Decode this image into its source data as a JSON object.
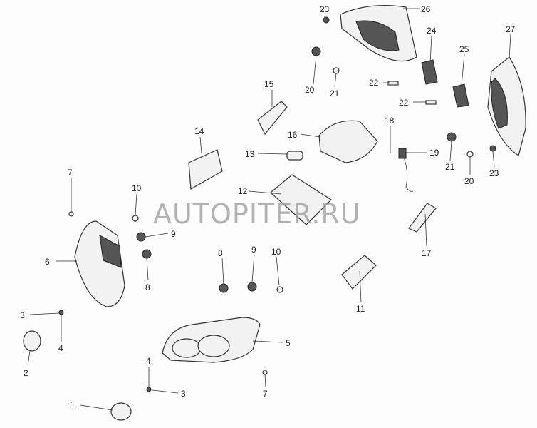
{
  "watermark": "AUTOPITER.RU",
  "callouts": [
    "23",
    "26",
    "24",
    "27",
    "25",
    "20",
    "21",
    "22",
    "22",
    "18",
    "19",
    "16",
    "15",
    "14",
    "13",
    "12",
    "21",
    "20",
    "23",
    "17",
    "11",
    "7",
    "10",
    "9",
    "6",
    "8",
    "8",
    "9",
    "10",
    "5",
    "3",
    "4",
    "2",
    "4",
    "3",
    "1",
    "7"
  ]
}
